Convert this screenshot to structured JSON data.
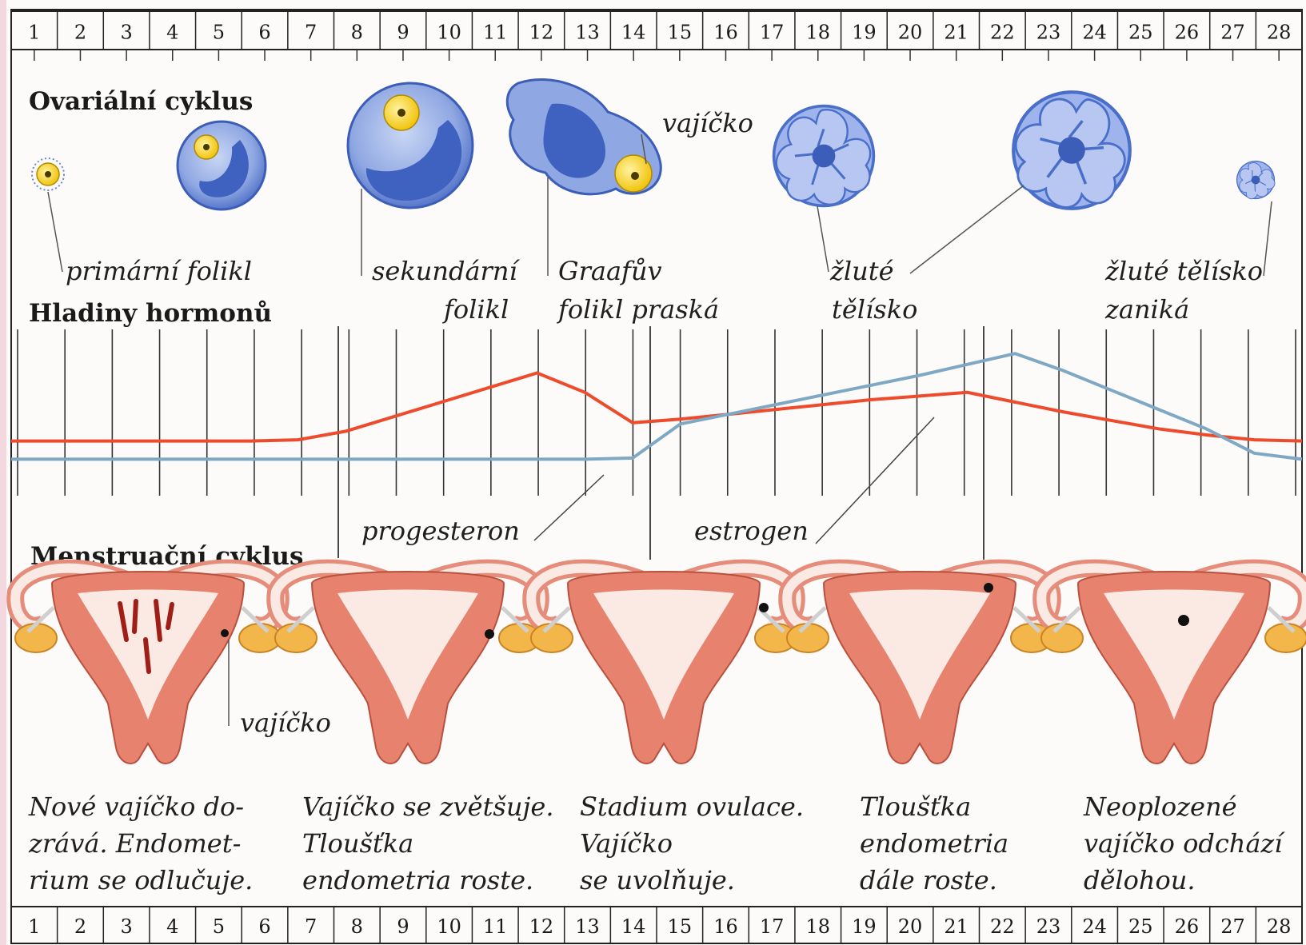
{
  "day_numbers": [
    "1",
    "2",
    "3",
    "4",
    "5",
    "6",
    "7",
    "8",
    "9",
    "10",
    "11",
    "12",
    "13",
    "14",
    "15",
    "16",
    "17",
    "18",
    "19",
    "20",
    "21",
    "22",
    "23",
    "24",
    "25",
    "26",
    "27",
    "28"
  ],
  "sections": {
    "ovarian": "Ovariální cyklus",
    "hormones": "Hladiny hormonů",
    "menstrual": "Menstruační cyklus"
  },
  "ovary_labels": {
    "primary": [
      "primární folikl"
    ],
    "secondary": [
      "sekundární",
      "folikl"
    ],
    "graaf": [
      "Graafův",
      "folikl praská"
    ],
    "egg": "vajíčko",
    "yellow_body": [
      "žluté",
      "tělísko"
    ],
    "yellow_body_dies": [
      "žluté tělísko",
      "zaniká"
    ]
  },
  "hormone_labels": {
    "progesterone": "progesteron",
    "estrogen": "estrogen"
  },
  "uterus_egg_label": "vajíčko",
  "captions": [
    [
      "Nové vajíčko do-",
      "zrává. Endomet-",
      "rium se odlučuje."
    ],
    [
      "Vajíčko se zvětšuje.",
      "Tloušťka",
      "endometria roste."
    ],
    [
      "Stadium ovulace.",
      "Vajíčko",
      "se uvolňuje."
    ],
    [
      "Tloušťka",
      "endometria",
      "dále roste."
    ],
    [
      "Neoplozené",
      "vajíčko odchází",
      "dělohou."
    ]
  ],
  "colors": {
    "red_curve": "#ee4a2c",
    "blue_curve": "#7fa8c4",
    "follicle_blue": "#4a6fc9",
    "egg_yellow": "#f4cf1e",
    "uterus_pink": "#e7826f"
  },
  "chart_data": {
    "type": "line",
    "x": [
      1,
      2,
      3,
      4,
      5,
      6,
      7,
      8,
      9,
      10,
      11,
      12,
      13,
      14,
      15,
      16,
      17,
      18,
      19,
      20,
      21,
      22,
      23,
      24,
      25,
      26,
      27,
      28
    ],
    "series": [
      {
        "name": "estrogen",
        "values": [
          20,
          20,
          20,
          20,
          20,
          20,
          21,
          28,
          40,
          52,
          64,
          76,
          60,
          35,
          38,
          42,
          46,
          50,
          54,
          57,
          60,
          52,
          44,
          37,
          30,
          25,
          21,
          20
        ]
      },
      {
        "name": "progesteron",
        "values": [
          5,
          5,
          5,
          5,
          5,
          5,
          5,
          5,
          5,
          5,
          5,
          5,
          5,
          6,
          34,
          42,
          50,
          58,
          66,
          74,
          83,
          92,
          78,
          62,
          46,
          30,
          10,
          5
        ]
      }
    ],
    "ylim": [
      0,
      100
    ],
    "grid": true
  }
}
